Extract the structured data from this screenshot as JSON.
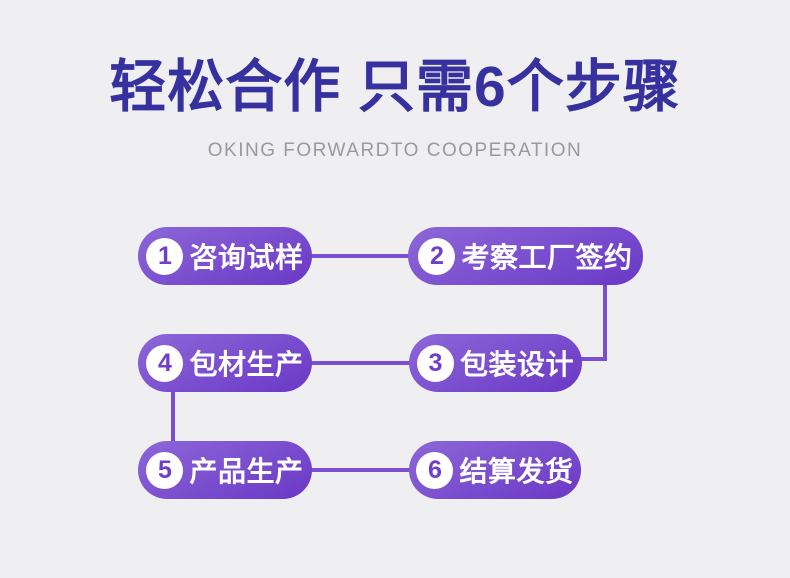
{
  "header": {
    "title": "轻松合作 只需6个步骤",
    "subtitle": "OKING FORWARDTO COOPERATION"
  },
  "steps": [
    {
      "num": "1",
      "label": "咨询试样"
    },
    {
      "num": "2",
      "label": "考察工厂签约"
    },
    {
      "num": "3",
      "label": "包装设计"
    },
    {
      "num": "4",
      "label": "包材生产"
    },
    {
      "num": "5",
      "label": "产品生产"
    },
    {
      "num": "6",
      "label": "结算发货"
    }
  ],
  "colors": {
    "bg": "#efeff2",
    "title": "#37319f",
    "subtitle": "#9a9a9c",
    "pill-from": "#8d67d8",
    "pill-to": "#6a38c6",
    "line": "#7a4ecf",
    "badge-bg": "#ffffff",
    "badge-num": "#6f3fca",
    "pill-text": "#ffffff"
  }
}
